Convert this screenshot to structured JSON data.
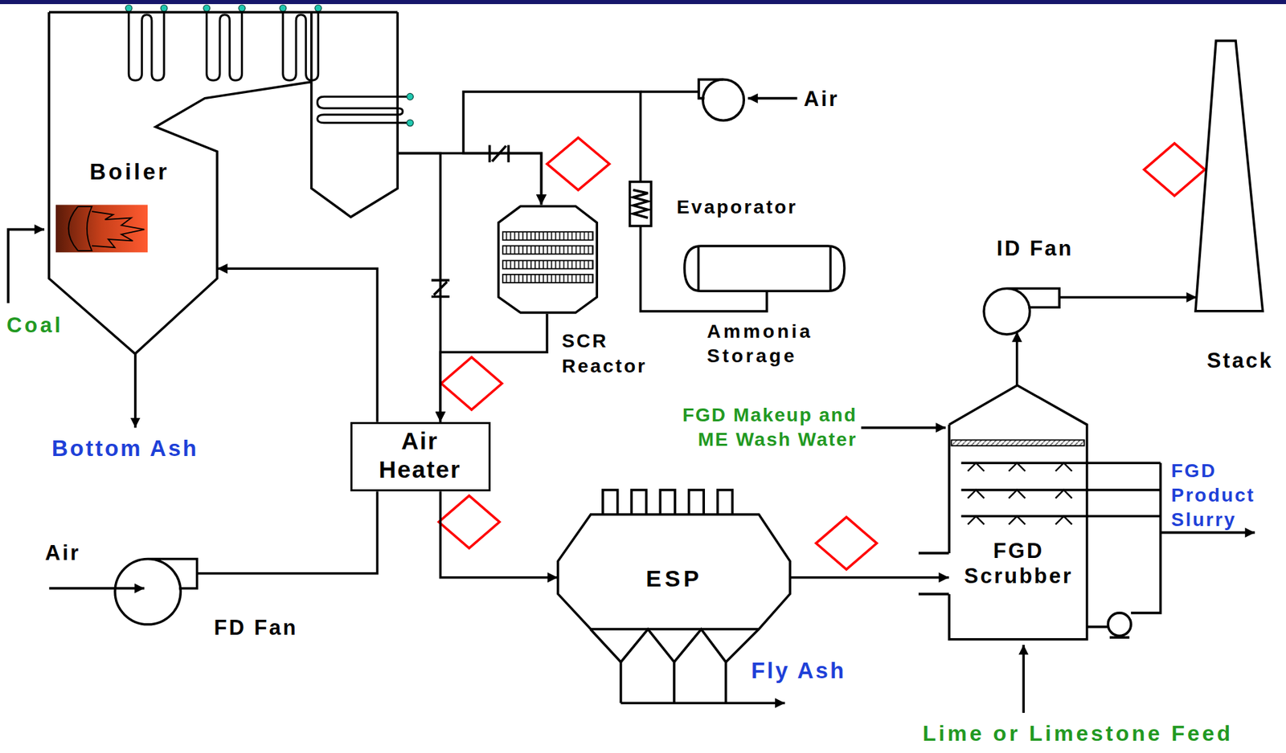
{
  "diagram": {
    "nodes": [
      {
        "text": [
          "Boiler"
        ]
      },
      {
        "text": [
          "SCR Reactor"
        ]
      },
      {
        "text": [
          "Evaporator"
        ]
      },
      {
        "text": [
          "Ammonia Storage"
        ]
      },
      {
        "text": [
          "Stack"
        ]
      },
      {
        "text": [
          "ID Fan"
        ]
      },
      {
        "text": [
          "Air Heater"
        ]
      },
      {
        "text": [
          "ESP"
        ]
      },
      {
        "text": [
          "FGD Scrubber"
        ]
      },
      {
        "text": [
          "FD Fan"
        ]
      }
    ],
    "edges": [
      {
        "from": 0,
        "to": 1,
        "arrow": "to"
      },
      {
        "from": 0,
        "to": 6,
        "arrow": "to"
      },
      {
        "from": 1,
        "to": 6,
        "arrow": "to"
      },
      {
        "from": 3,
        "to": 2,
        "arrow": "none"
      },
      {
        "from": 2,
        "to": 1,
        "arrow": "to"
      },
      {
        "from": 9,
        "to": 6,
        "arrow": "none"
      },
      {
        "from": 6,
        "to": 0,
        "arrow": "to"
      },
      {
        "from": 6,
        "to": 7,
        "arrow": "to"
      },
      {
        "from": 7,
        "to": 8,
        "arrow": "to"
      },
      {
        "from": 8,
        "to": 5,
        "arrow": "to"
      },
      {
        "from": 5,
        "to": 4,
        "arrow": "to"
      }
    ],
    "labels": [
      "Air",
      "Coal",
      "Bottom Ash",
      "FGD Makeup and ME Wash Water",
      "FGD Product Slurry",
      "Air",
      "Fly Ash",
      "Lime or Limestone Feed"
    ]
  }
}
